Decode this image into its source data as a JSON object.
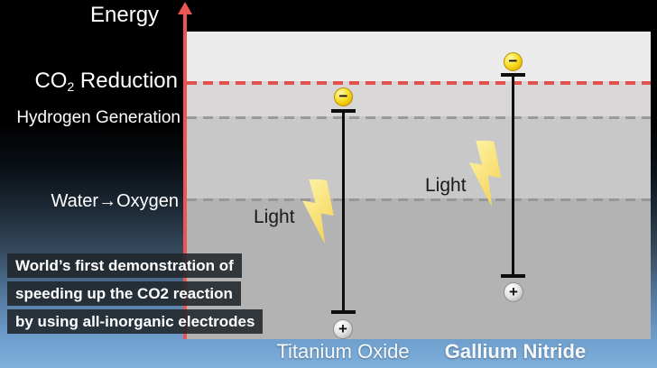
{
  "axis": {
    "label": "Energy"
  },
  "levels": {
    "co2": {
      "prefix": "CO",
      "sub": "2",
      "suffix": " Reduction"
    },
    "hydrogen": {
      "label": "Hydrogen Generation"
    },
    "water": {
      "label": "Water→Oxygen"
    }
  },
  "electrodes": {
    "titanium": {
      "name": "Titanium Oxide",
      "light": "Light",
      "electron_charge": "−",
      "hole_charge": "+"
    },
    "gallium": {
      "name": "Gallium Nitride",
      "light": "Light",
      "electron_charge": "−",
      "hole_charge": "+"
    }
  },
  "caption": {
    "line1": "World’s first demonstration of",
    "line2": "speeding up the CO2 reaction",
    "line3": "by using all-inorganic electrodes"
  },
  "colors": {
    "axis_red": "#ed5454",
    "red_dashed_level": "#e25050",
    "gray_dashed_level": "#9a9a9a",
    "band_lightest": "#ecebeb",
    "band_light": "#d8d6d6",
    "band_mid": "#c9c8c8",
    "band_dark": "#b4b3b3",
    "electron_yellow": "#f8df25",
    "bolt_yellow": "#f6d75c",
    "bottom_blue": "#7fb0dc",
    "caption_bg": "#20252a"
  },
  "chart_data": {
    "type": "energy-level-diagram",
    "y_axis": "Energy",
    "levels_top_to_bottom": [
      "CO2 Reduction",
      "Hydrogen Generation",
      "Water→Oxygen"
    ],
    "electrodes": [
      {
        "name": "Titanium Oxide",
        "electron_level": "between CO2 Reduction and Hydrogen Generation",
        "excited_by": "Light"
      },
      {
        "name": "Gallium Nitride",
        "electron_level": "above CO2 Reduction",
        "excited_by": "Light"
      }
    ]
  }
}
